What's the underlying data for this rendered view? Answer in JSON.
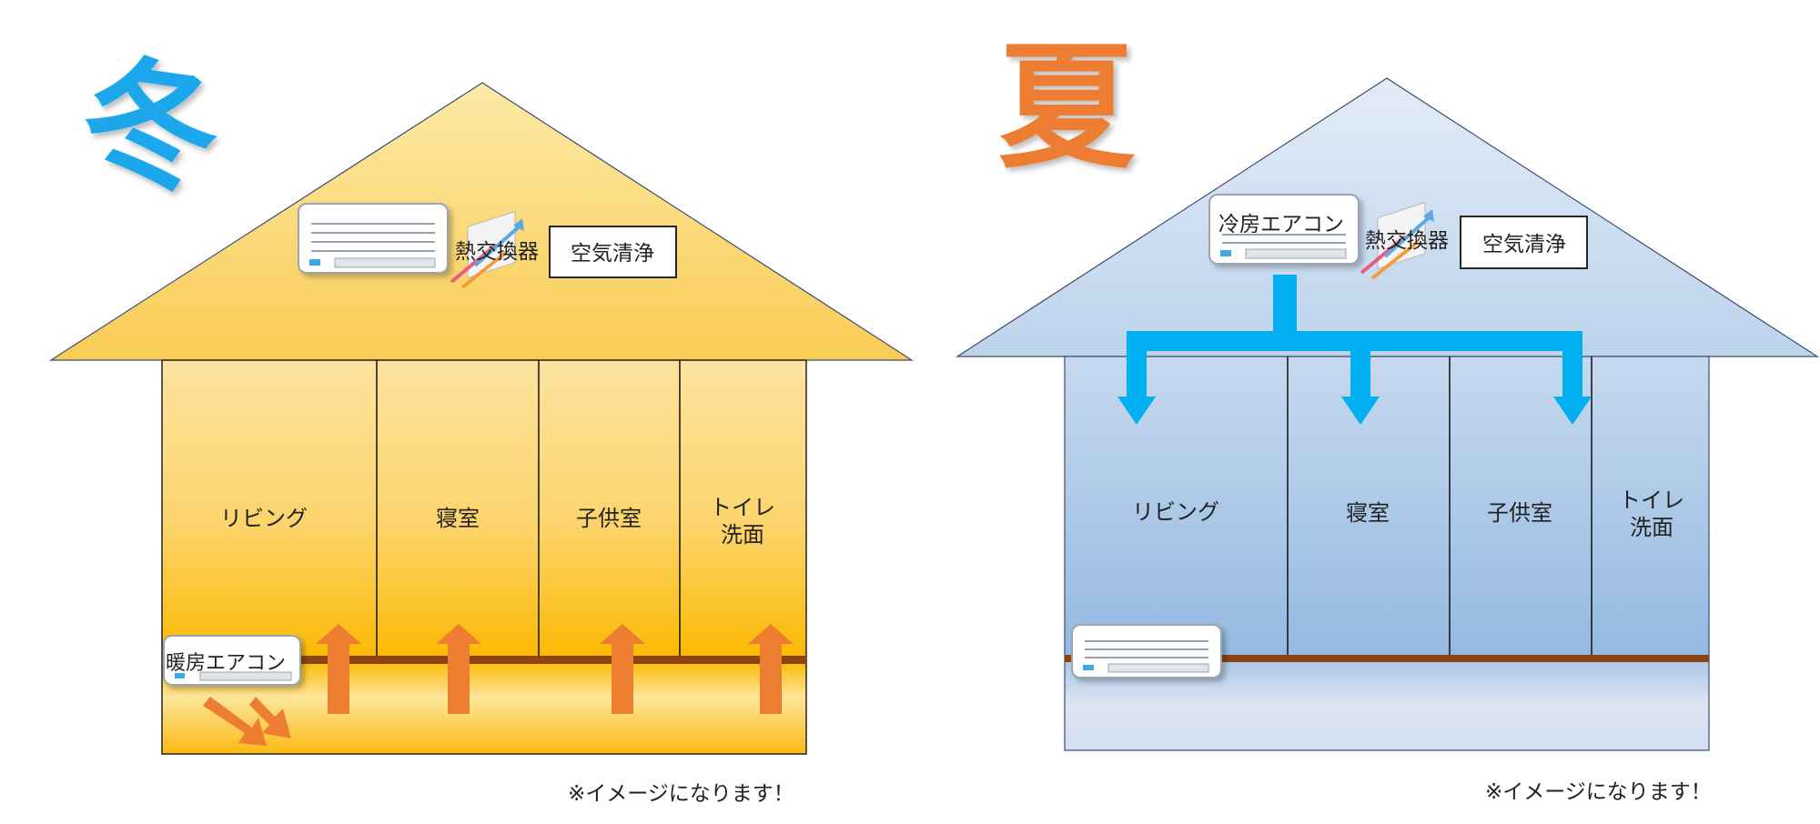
{
  "winter": {
    "season_label": "冬",
    "heat_exchanger_label": "熱交換器",
    "air_purifier_label": "空気清浄",
    "heating_ac_label": "暖房エアコン",
    "rooms": [
      {
        "line1": "リビング",
        "line2": ""
      },
      {
        "line1": "寝室",
        "line2": ""
      },
      {
        "line1": "子供室",
        "line2": ""
      },
      {
        "line1": "トイレ",
        "line2": "洗面"
      }
    ],
    "note": "※イメージになります！"
  },
  "summer": {
    "season_label": "夏",
    "cooling_ac_label": "冷房エアコン",
    "heat_exchanger_label": "熱交換器",
    "air_purifier_label": "空気清浄",
    "rooms": [
      {
        "line1": "リビング",
        "line2": ""
      },
      {
        "line1": "寝室",
        "line2": ""
      },
      {
        "line1": "子供室",
        "line2": ""
      },
      {
        "line1": "トイレ",
        "line2": "洗面"
      }
    ],
    "note": "※イメージになります！"
  },
  "colors": {
    "winter_label": "#1aa7ec",
    "summer_label": "#ed7d31",
    "heat_arrow": "#ed7d31",
    "cool_arrow": "#00b0f0",
    "floor_beam": "#8b4513"
  }
}
